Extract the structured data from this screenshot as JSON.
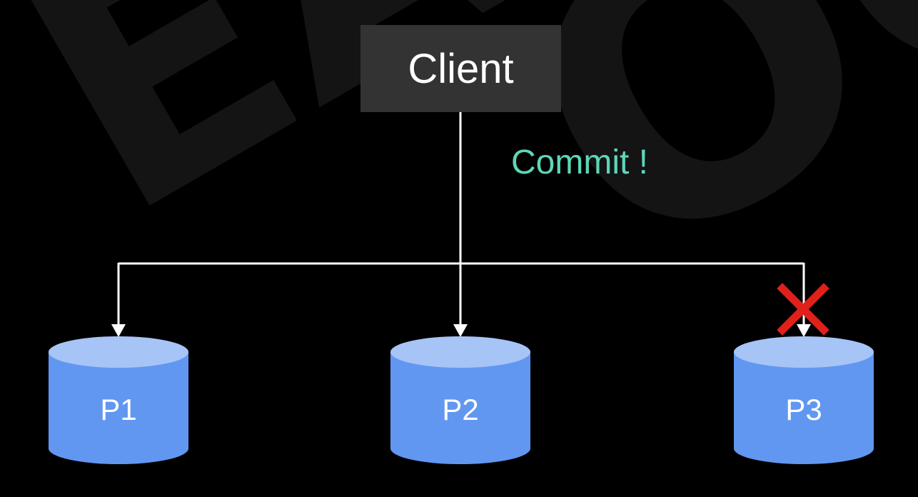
{
  "client": {
    "label": "Client"
  },
  "message": {
    "label": "Commit !",
    "color": "#5ed6b8"
  },
  "nodes": [
    {
      "label": "P1",
      "failed": false
    },
    {
      "label": "P2",
      "failed": false
    },
    {
      "label": "P3",
      "failed": true
    }
  ],
  "colors": {
    "background": "#000000",
    "client_box": "#333333",
    "db_body": "#6197f0",
    "db_top": "#a7c4f7",
    "line": "#ffffff",
    "fail_mark": "#e0201b"
  },
  "icons": {
    "fail": "x-mark-icon",
    "node": "database-cylinder-icon"
  }
}
